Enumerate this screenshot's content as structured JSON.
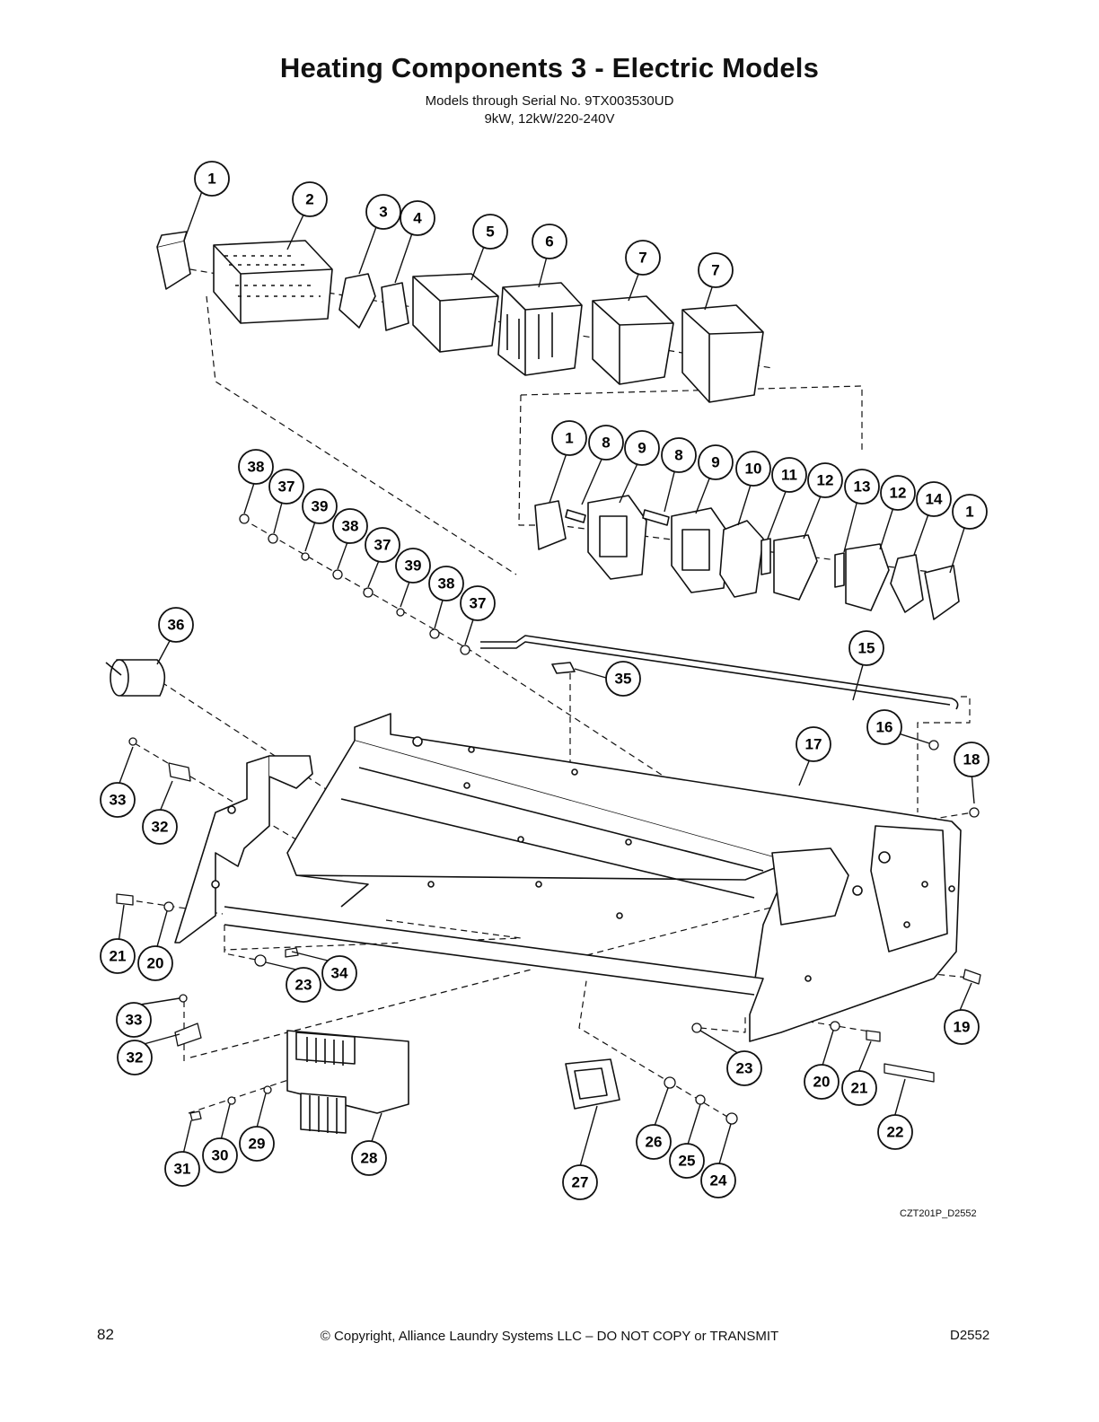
{
  "header": {
    "title": "Heating Components 3 - Electric Models",
    "subtitle_line1": "Models through Serial No. 9TX003530UD",
    "subtitle_line2": "9kW, 12kW/220-240V"
  },
  "diagram": {
    "callouts": [
      "1",
      "2",
      "3",
      "4",
      "5",
      "6",
      "7",
      "7",
      "1",
      "8",
      "9",
      "8",
      "9",
      "10",
      "11",
      "12",
      "13",
      "12",
      "14",
      "1",
      "38",
      "37",
      "39",
      "38",
      "37",
      "39",
      "38",
      "37",
      "36",
      "35",
      "15",
      "16",
      "17",
      "18",
      "33",
      "32",
      "21",
      "20",
      "23",
      "34",
      "33",
      "32",
      "19",
      "23",
      "20",
      "21",
      "22",
      "31",
      "30",
      "29",
      "28",
      "27",
      "26",
      "25",
      "24"
    ],
    "drawing_code": "CZT201P_D2552"
  },
  "footer": {
    "page_number": "82",
    "copyright": "© Copyright, Alliance Laundry Systems LLC – DO NOT COPY or TRANSMIT",
    "doc_code": "D2552"
  }
}
